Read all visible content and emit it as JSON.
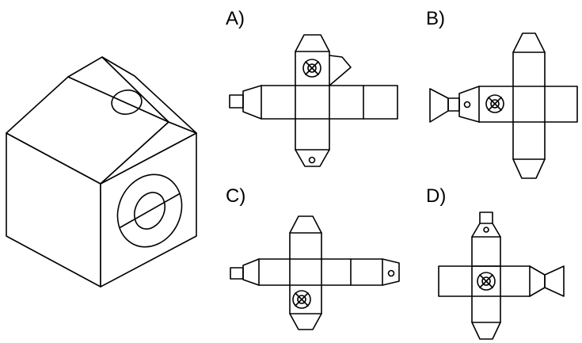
{
  "options": [
    {
      "key": "A",
      "label": "A)"
    },
    {
      "key": "B",
      "label": "B)"
    },
    {
      "key": "C",
      "label": "C)"
    },
    {
      "key": "D",
      "label": "D)"
    }
  ],
  "colors": {
    "stroke": "#000000",
    "background": "#ffffff"
  }
}
